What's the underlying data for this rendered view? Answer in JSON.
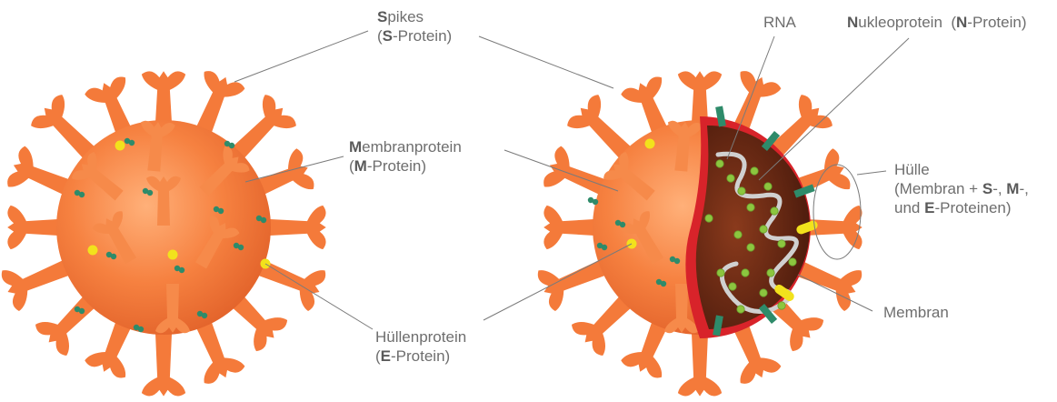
{
  "labels": {
    "spikes": {
      "line1_bold": "S",
      "line1_rest": "pikes",
      "line2_pre": "(",
      "line2_bold": "S",
      "line2_rest": "-Protein)"
    },
    "membranprotein": {
      "line1_bold": "M",
      "line1_rest": "embranprotein",
      "line2_pre": "(",
      "line2_bold": "M",
      "line2_rest": "-Protein)"
    },
    "huellenprotein": {
      "line1": "Hüllenprotein",
      "line2_pre": "(",
      "line2_bold": "E",
      "line2_rest": "-Protein)"
    },
    "rna": {
      "text": "RNA"
    },
    "nukleoprotein": {
      "bold1": "N",
      "rest1": "ukleoprotein  (",
      "bold2": "N",
      "rest2": "-Protein)"
    },
    "huelle": {
      "line1": "Hülle",
      "line2_pre": "(Membran + ",
      "line2_b1": "S",
      "line2_mid1": "-, ",
      "line2_b2": "M",
      "line2_mid2": "-,",
      "line3_pre": "und ",
      "line3_b": "E",
      "line3_rest": "-Proteinen)"
    },
    "membran": {
      "text": "Membran"
    }
  },
  "colors": {
    "virus_body": "#f47a3a",
    "spike": "#f47a3a",
    "m_protein": "#2e8b6a",
    "e_protein": "#f2e21c",
    "interior": "#6b2a14",
    "membrane_red": "#d8232a",
    "nucleoprotein": "#8cc63f",
    "rna": "#d0d0d0",
    "leader_line": "#7a7a7a",
    "text": "#6e6e6e"
  }
}
